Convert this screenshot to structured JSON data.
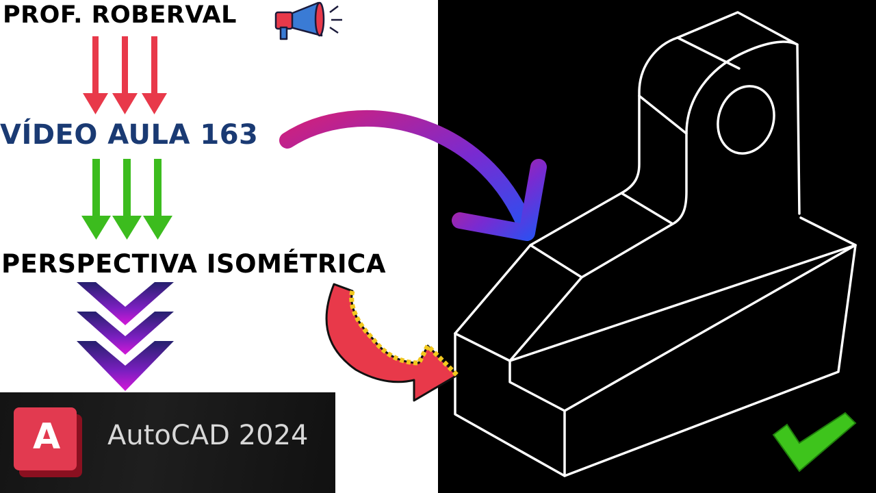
{
  "header": {
    "author": "PROF. ROBERVAL"
  },
  "lesson": {
    "title": "VÍDEO AULA 163"
  },
  "topic": {
    "title": "PERSPECTIVA ISOMÉTRICA"
  },
  "software": {
    "name": "AutoCAD 2024",
    "logo_letter": "A"
  },
  "icons": [
    "megaphone-icon",
    "checkmark-icon"
  ],
  "colors": {
    "author_text": "#000000",
    "lesson_text": "#1a3a73",
    "red_arrows": "#e8394a",
    "green_arrows": "#3cbc1e",
    "chevrons": "#8a1fc9",
    "curved_arrow_start": "#d2207a",
    "curved_arrow_end": "#2d4ff0",
    "right_panel": "#000000",
    "drawing_lines": "#ffffff",
    "check": "#3ec41c"
  }
}
